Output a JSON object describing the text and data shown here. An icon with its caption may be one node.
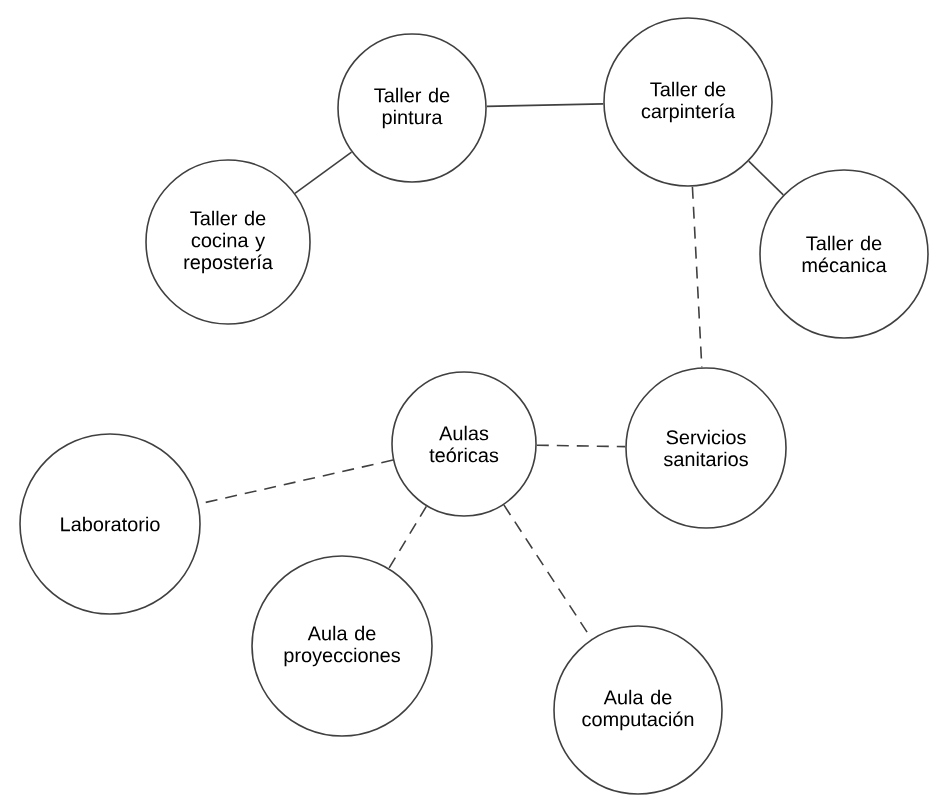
{
  "diagram": {
    "nodes": [
      {
        "text": [
          "Taller de pintura"
        ]
      },
      {
        "text": [
          "Taller de carpintería"
        ]
      },
      {
        "text": [
          "Taller de cocina y repostería"
        ]
      },
      {
        "text": [
          "Taller de mécanica"
        ]
      },
      {
        "text": [
          "Aulas teóricas"
        ]
      },
      {
        "text": [
          "Servicios sanitarios"
        ]
      },
      {
        "text": [
          "Laboratorio"
        ]
      },
      {
        "text": [
          "Aula de proyecciones"
        ]
      },
      {
        "text": [
          "Aula de computación"
        ]
      }
    ],
    "edges": [
      {
        "from": 0,
        "to": 1,
        "arrow": "none"
      },
      {
        "from": 0,
        "to": 2,
        "arrow": "none"
      },
      {
        "from": 1,
        "to": 3,
        "arrow": "none"
      },
      {
        "from": 1,
        "to": 5,
        "arrow": "none",
        "style": "dashed"
      },
      {
        "from": 4,
        "to": 5,
        "arrow": "none",
        "style": "dashed"
      },
      {
        "from": 4,
        "to": 6,
        "arrow": "none",
        "style": "dashed"
      },
      {
        "from": 4,
        "to": 7,
        "arrow": "none",
        "style": "dashed"
      },
      {
        "from": 4,
        "to": 8,
        "arrow": "none",
        "style": "dashed"
      }
    ]
  }
}
